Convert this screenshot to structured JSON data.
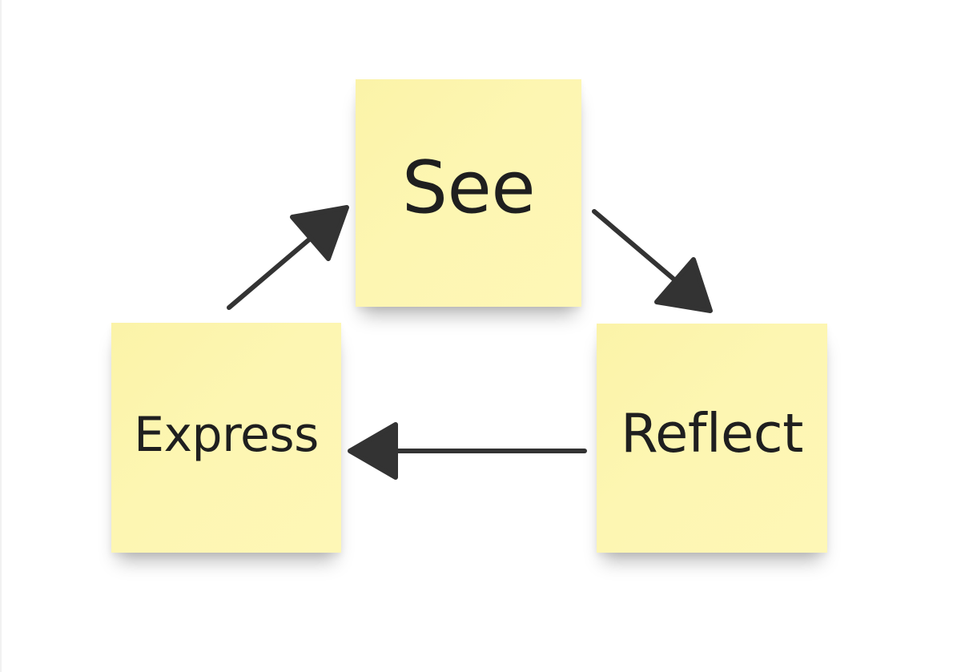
{
  "diagram": {
    "nodes": [
      {
        "id": "see",
        "label": "See"
      },
      {
        "id": "reflect",
        "label": "Reflect"
      },
      {
        "id": "express",
        "label": "Express"
      }
    ],
    "edges": [
      {
        "from": "express",
        "to": "see"
      },
      {
        "from": "see",
        "to": "reflect"
      },
      {
        "from": "reflect",
        "to": "express"
      }
    ],
    "colors": {
      "sticky_note": "#fdf6b2",
      "arrow": "#333333",
      "text": "#1f1f1f",
      "background": "#ffffff"
    }
  }
}
